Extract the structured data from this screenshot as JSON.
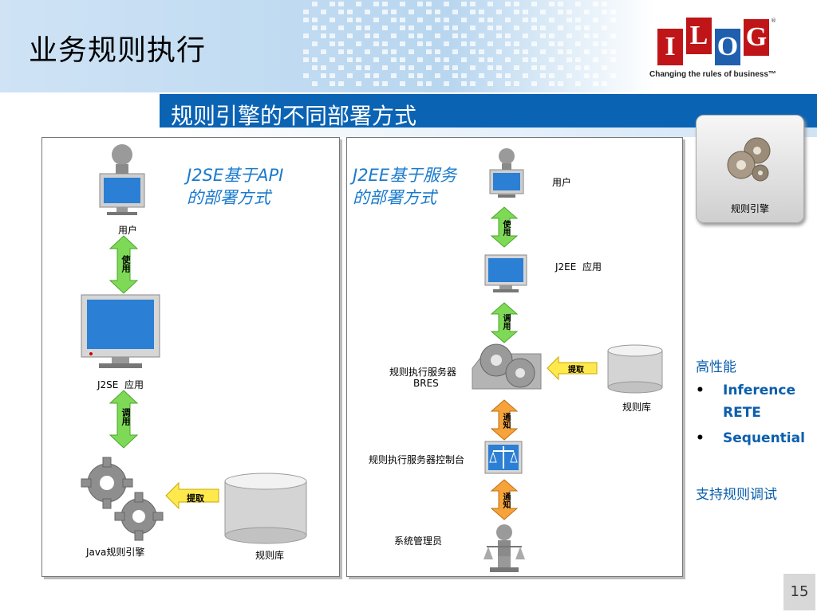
{
  "slide": {
    "title": "业务规则执行",
    "subtitle": "规则引擎的不同部署方式",
    "page_number": "15"
  },
  "logo": {
    "letters": [
      "I",
      "L",
      "O",
      "G"
    ],
    "registered": "®",
    "tagline": "Changing the rules of business™"
  },
  "left_panel": {
    "heading_line1": "J2SE基于API",
    "heading_line2": "的部署方式",
    "user_label": "用户",
    "use_label": "使用",
    "app_name_latin": "J2SE",
    "app_name_cn": "应用",
    "call_label": "调用",
    "extract_label": "提取",
    "engine_latin": "Java",
    "engine_cn": "规则引擎",
    "repo_label": "规则库"
  },
  "right_panel": {
    "heading_line1": "J2EE基于服务",
    "heading_line2": "的部署方式",
    "user_label": "用户",
    "use_label": "使用",
    "app_name_latin": "J2EE",
    "app_name_cn": "应用",
    "call_label": "调用",
    "server_label": "规则执行服务器",
    "server_latin": "BRES",
    "extract_label": "提取",
    "repo_label": "规则库",
    "notify_label_1": "通知",
    "console_label": "规则执行服务器控制台",
    "notify_label_2": "通知",
    "admin_label": "系统管理员"
  },
  "sidebar": {
    "engine_card_label": "规则引擎",
    "performance_heading": "高性能",
    "bullets": [
      "Inference",
      "RETE",
      "Sequential"
    ],
    "bullet_symbol": "•",
    "debug_text": "支持规则调试"
  },
  "colors": {
    "accent_blue": "#0b63b4",
    "italic_blue": "#1a7acc",
    "green_arrow": "#7ed957",
    "yellow_arrow": "#ffe94d",
    "orange_arrow": "#f5a33a"
  }
}
